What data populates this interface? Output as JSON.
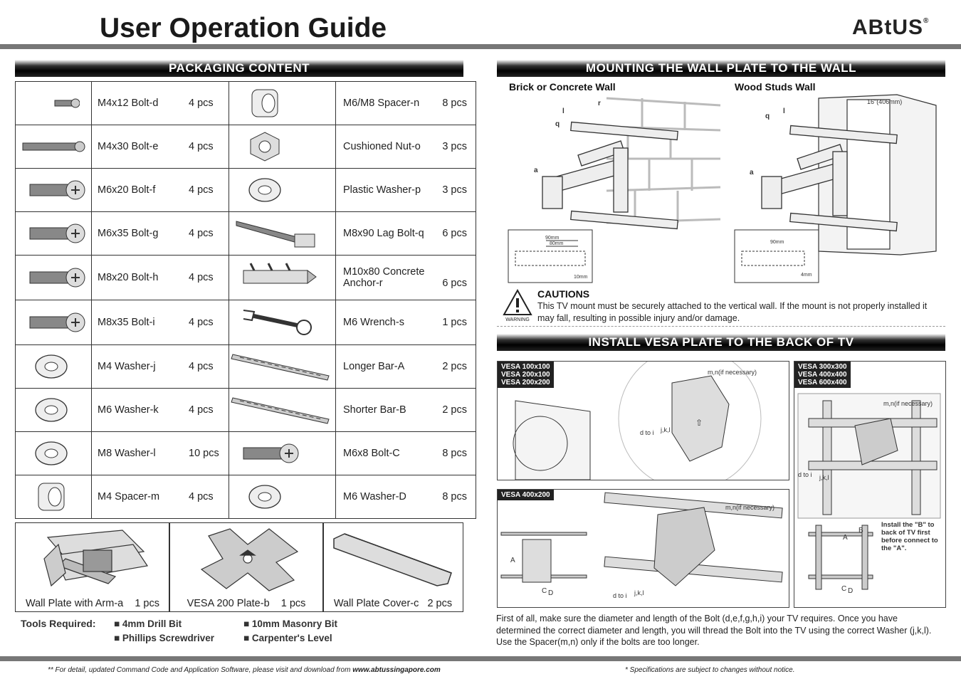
{
  "header": {
    "title": "User Operation Guide",
    "logo": "ABtUS"
  },
  "packaging": {
    "title": "PACKAGING CONTENT",
    "rows": [
      {
        "left": {
          "name": "M4x12 Bolt-d",
          "qty": "4 pcs",
          "icon": "short-bolt-icon"
        },
        "right": {
          "name": "M6/M8 Spacer-n",
          "qty": "8 pcs",
          "icon": "spacer-icon"
        }
      },
      {
        "left": {
          "name": "M4x30 Bolt-e",
          "qty": "4 pcs",
          "icon": "long-bolt-icon"
        },
        "right": {
          "name": "Cushioned Nut-o",
          "qty": "3 pcs",
          "icon": "nut-icon"
        }
      },
      {
        "left": {
          "name": "M6x20 Bolt-f",
          "qty": "4 pcs",
          "icon": "bolt-icon"
        },
        "right": {
          "name": "Plastic Washer-p",
          "qty": "3 pcs",
          "icon": "washer-icon"
        }
      },
      {
        "left": {
          "name": "M6x35 Bolt-g",
          "qty": "4 pcs",
          "icon": "bolt-icon"
        },
        "right": {
          "name": "M8x90 Lag Bolt-q",
          "qty": "6 pcs",
          "icon": "lag-bolt-icon"
        }
      },
      {
        "left": {
          "name": "M8x20 Bolt-h",
          "qty": "4 pcs",
          "icon": "bolt-icon"
        },
        "right": {
          "name": "M10x80 Concrete",
          "name2": "Anchor-r",
          "qty": "6 pcs",
          "icon": "anchor-icon"
        }
      },
      {
        "left": {
          "name": "M8x35 Bolt-i",
          "qty": "4 pcs",
          "icon": "bolt-icon"
        },
        "right": {
          "name": "M6 Wrench-s",
          "qty": "1 pcs",
          "icon": "wrench-icon"
        }
      },
      {
        "left": {
          "name": "M4 Washer-j",
          "qty": "4 pcs",
          "icon": "washer-icon"
        },
        "right": {
          "name": "Longer Bar-A",
          "qty": "2 pcs",
          "icon": "bar-icon"
        }
      },
      {
        "left": {
          "name": "M6 Washer-k",
          "qty": "4 pcs",
          "icon": "washer-icon"
        },
        "right": {
          "name": "Shorter Bar-B",
          "qty": "2 pcs",
          "icon": "bar-icon"
        }
      },
      {
        "left": {
          "name": "M8 Washer-l",
          "qty": "10 pcs",
          "icon": "washer-icon"
        },
        "right": {
          "name": "M6x8 Bolt-C",
          "qty": "8 pcs",
          "icon": "bolt-icon"
        }
      },
      {
        "left": {
          "name": "M4 Spacer-m",
          "qty": "4 pcs",
          "icon": "spacer-icon"
        },
        "right": {
          "name": "M6 Washer-D",
          "qty": "8 pcs",
          "icon": "washer-icon"
        }
      }
    ],
    "large": [
      {
        "name": "Wall Plate with Arm-a",
        "qty": "1 pcs"
      },
      {
        "name": "VESA 200 Plate-b",
        "qty": "1 pcs"
      },
      {
        "name": "Wall Plate Cover-c",
        "qty": "2 pcs"
      }
    ],
    "tools_label": "Tools Required",
    "tools": [
      "4mm Drill Bit",
      "Phillips Screwdriver",
      "10mm Masonry Bit",
      "Carpenter's Level"
    ]
  },
  "wall": {
    "title": "MOUNTING THE WALL PLATE TO THE WALL",
    "brick": "Brick or Concrete Wall",
    "wood": "Wood Studs Wall",
    "stud_spacing": "16\"(406mm)",
    "dims_brick": [
      "90mm",
      "80mm",
      "10mm"
    ],
    "dims_wood": [
      "90mm",
      "4mm"
    ],
    "labels": [
      "a",
      "l",
      "q",
      "r"
    ],
    "cautions_title": "CAUTIONS",
    "warning": "WARNING",
    "cautions_text": "This TV mount must be securely attached to the vertical wall. If the mount is not properly installed it may fall, resulting in possible injury and/or damage."
  },
  "vesa": {
    "title": "INSTALL VESA PLATE TO THE BACK OF TV",
    "panel1_tags": [
      "VESA 100x100",
      "VESA 200x100",
      "VESA 200x200"
    ],
    "panel2_tags": [
      "VESA 300x300",
      "VESA 400x400",
      "VESA 600x400"
    ],
    "panel3_tag": "VESA 400x200",
    "mn": "m,n(if necessary)",
    "dtoi": "d to i",
    "jkl": "j,k,l",
    "up": "UP",
    "install_note": "Install the \"B\" to back of TV first before connect to the \"A\".",
    "letters": [
      "A",
      "B",
      "C",
      "D"
    ],
    "desc": "First of all, make sure the diameter and length of the Bolt (d,e,f,g,h,i) your TV requires. Once you have determined the correct diameter and length, you will thread the Bolt into the TV using the correct Washer (j,k,l). Use the Spacer(m,n) only if the bolts are too longer."
  },
  "footer": {
    "left": "** For detail, updated Command Code and Application Software, please visit and download from ",
    "url": "www.abtussingapore.com",
    "right": "* Specifications are subject to changes without notice."
  }
}
